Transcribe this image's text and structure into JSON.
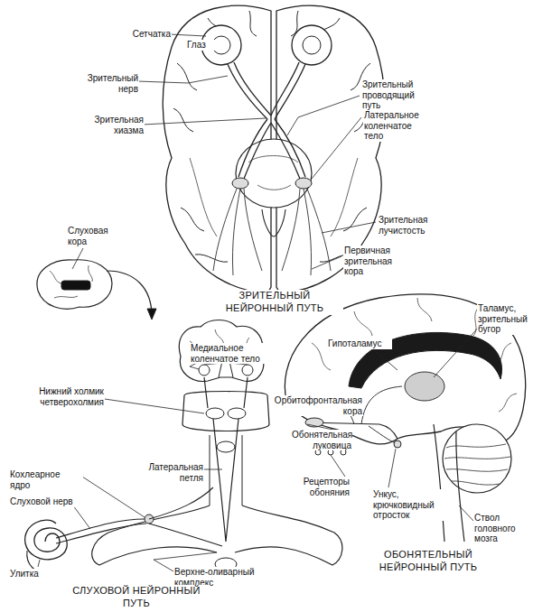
{
  "diagram": {
    "labels": [
      "Сетчатка",
      "Глаз",
      "Зрительный нерв",
      "Зрительная хиазма",
      "Зрительный проводящий путь",
      "Латеральное коленчатое тело",
      "Зрительная лучистость",
      "Первичная зрительная кора",
      "ЗРИТЕЛЬНЫЙ НЕЙРОННЫЙ ПУТЬ",
      "Слуховая кора",
      "Медиальное коленчатое тело",
      "Нижний холмик четверохолмия",
      "Латеральная петля",
      "Кохлеарное ядро",
      "Слуховой нерв",
      "Улитка",
      "Верхне-оливарный комплекс",
      "СЛУХОВОЙ НЕЙРОННЫЙ ПУТЬ",
      "Таламус, зрительный бугор",
      "Гипоталамус",
      "Орбитофронтальная кора",
      "Обонятельная луковица",
      "Рецепторы обоняния",
      "Ункус, крючковидный отросток",
      "Ствол головного мозга",
      "ОБОНЯТЕЛЬНЫЙ НЕЙРОННЫЙ ПУТЬ"
    ]
  }
}
